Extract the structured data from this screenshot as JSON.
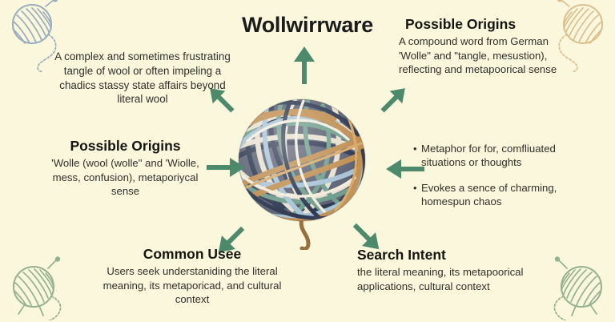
{
  "page": {
    "title": "Wollwirrware",
    "background_color": "#fbf7dc",
    "text_color": "#2b2b26",
    "arrow_color": "#4c8a6b"
  },
  "center_graphic": {
    "name": "tangled-ball-of-yarn",
    "colors": [
      "#2f3a52",
      "#e7e0cf",
      "#6f9e8c",
      "#c08f52",
      "#a8c3d6",
      "#8a6a42"
    ]
  },
  "corners": [
    {
      "position": "top-left",
      "name": "yarn-ball-doodle",
      "color": "#93aabc"
    },
    {
      "position": "top-right",
      "name": "yarn-ball-doodle",
      "color": "#d9bd8b"
    },
    {
      "position": "bottom-left",
      "name": "yarn-ball-doodle",
      "color": "#8fae8c"
    },
    {
      "position": "bottom-right",
      "name": "yarn-ball-doodle",
      "color": "#8fae8c"
    }
  ],
  "blocks": {
    "definition": {
      "body": "A complex and sometimes frustrating tangle of wool or often impeling a chadics stassy state affairs beyond literal wool"
    },
    "origins_right": {
      "heading": "Possible Origins",
      "body": "A compound word from German 'Wolle\" and \"tangle, mesustion), reflecting and metapoorical sense"
    },
    "origins_left": {
      "heading": "Possible Origins",
      "body": "'Wolle (wool (wolle\" and 'Wiolle, mess, confusion), metaporiycal sense"
    },
    "common_use": {
      "heading": "Common Usee",
      "body": "Users seek understaniding the literal meaning, its metaporicad, and cultural context"
    },
    "search_intent": {
      "heading": "Search Intent",
      "body": "the literal meaning, its metapoorical applications, cultural context"
    },
    "bullets": [
      "Metaphor for for, comfliuated situations or thoughts",
      "Evokes a sence of charming, homespun chaos"
    ]
  },
  "arrows": [
    {
      "name": "arrow-up",
      "direction": "up"
    },
    {
      "name": "arrow-right",
      "direction": "right"
    },
    {
      "name": "arrow-left",
      "direction": "left"
    },
    {
      "name": "arrow-down-left",
      "direction": "down-left"
    },
    {
      "name": "arrow-down-right",
      "direction": "down-right"
    },
    {
      "name": "arrow-up-left",
      "direction": "up-left"
    },
    {
      "name": "arrow-up-right",
      "direction": "up-right"
    }
  ]
}
